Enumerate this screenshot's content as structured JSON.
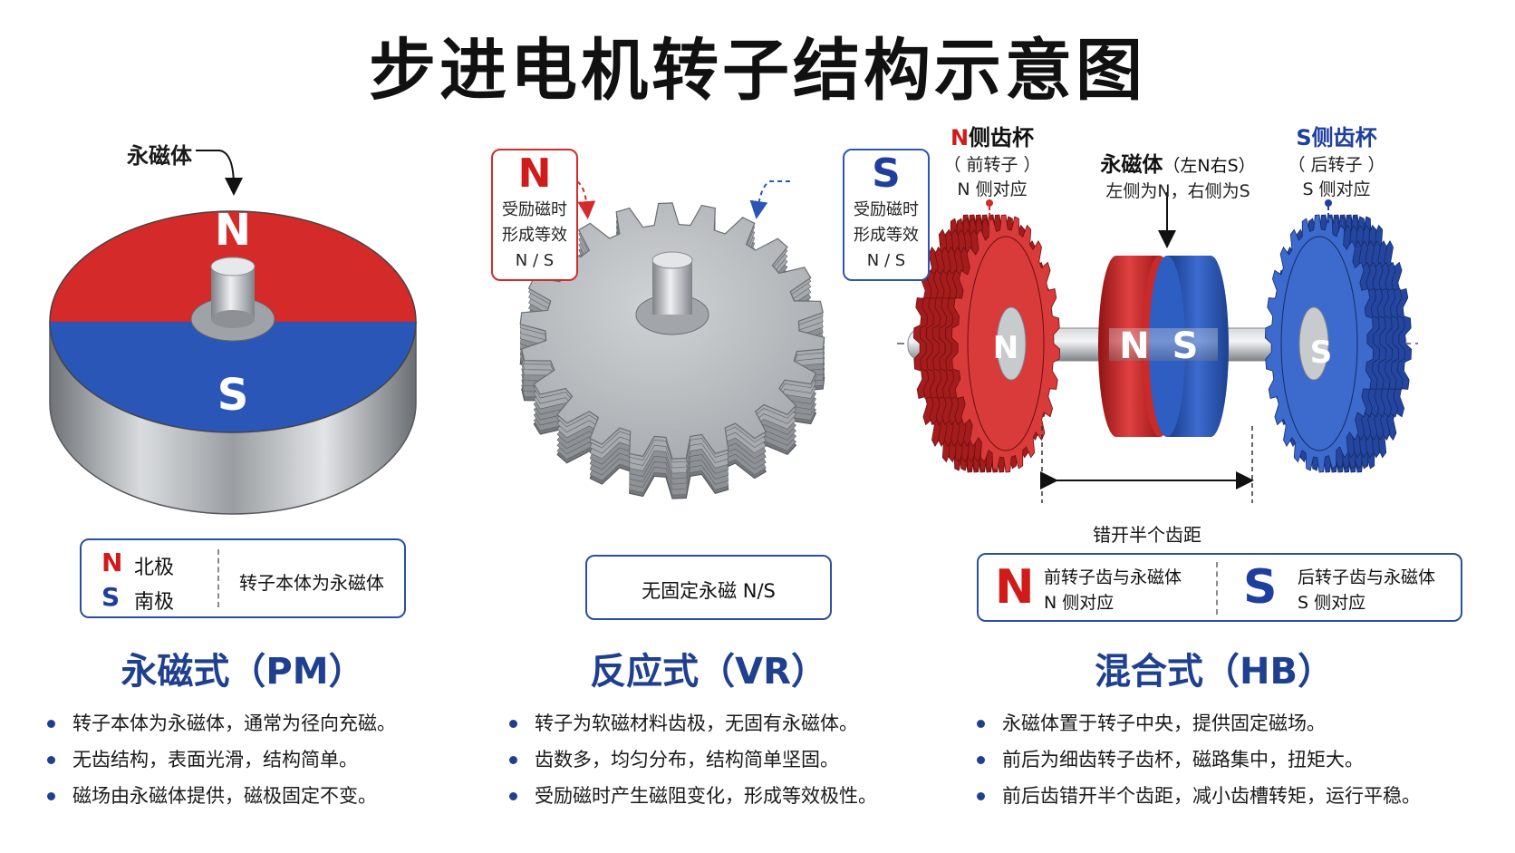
{
  "title": "步进电机转子结构示意图",
  "pm": {
    "magnet_label": "永磁体",
    "pole_n": "N",
    "pole_s": "S",
    "legend_n_letter": "N",
    "legend_n_text": "北极",
    "legend_s_letter": "S",
    "legend_s_text": "南极",
    "legend_note": "转子本体为永磁体",
    "heading": "永磁式（PM）",
    "bullets": [
      "转子本体为永磁体，通常为径向充磁。",
      "无齿结构，表面光滑，结构简单。",
      "磁场由永磁体提供，磁极固定不变。"
    ]
  },
  "vr": {
    "left_callout_letter": "N",
    "left_callout_line1": "受励磁时",
    "left_callout_line2": "形成等效",
    "left_callout_line3": "N / S",
    "right_callout_letter": "S",
    "right_callout_line1": "受励磁时",
    "right_callout_line2": "形成等效",
    "right_callout_line3": "N / S",
    "box_note": "无固定永磁 N/S",
    "heading": "反应式（VR）",
    "bullets": [
      "转子为软磁材料齿极，无固有永磁体。",
      "齿数多，均匀分布，结构简单坚固。",
      "受励磁时产生磁阻变化，形成等效极性。"
    ]
  },
  "hb": {
    "n_cup_letter": "N",
    "n_cup_title": "侧齿杯",
    "n_cup_sub1": "（ 前转子 ）",
    "n_cup_sub2": "N 侧对应",
    "magnet_title": "永磁体",
    "magnet_paren": "（左N右S）",
    "magnet_sub": "左侧为N，右侧为S",
    "s_cup_letter": "S",
    "s_cup_title": "侧齿杯",
    "s_cup_sub1": "（ 后转子 ）",
    "s_cup_sub2": "S 侧对应",
    "gear_n": "N",
    "magnet_n": "N",
    "magnet_s": "S",
    "gear_s": "S",
    "offset_label": "错开半个齿距",
    "legend_n_letter": "N",
    "legend_n_line1": "前转子齿与永磁体",
    "legend_n_line2": "N 侧对应",
    "legend_s_letter": "S",
    "legend_s_line1": "后转子齿与永磁体",
    "legend_s_line2": "S 侧对应",
    "heading": "混合式（HB）",
    "bullets": [
      "永磁体置于转子中央，提供固定磁场。",
      "前后为细齿转子齿杯，磁路集中，扭矩大。",
      "前后齿错开半个齿距，减小齿槽转矩，运行平稳。"
    ]
  },
  "colors": {
    "north": "#d42a2a",
    "south": "#2a56b8",
    "heading": "#1f3f8f",
    "steel": "#b9bcc0"
  }
}
